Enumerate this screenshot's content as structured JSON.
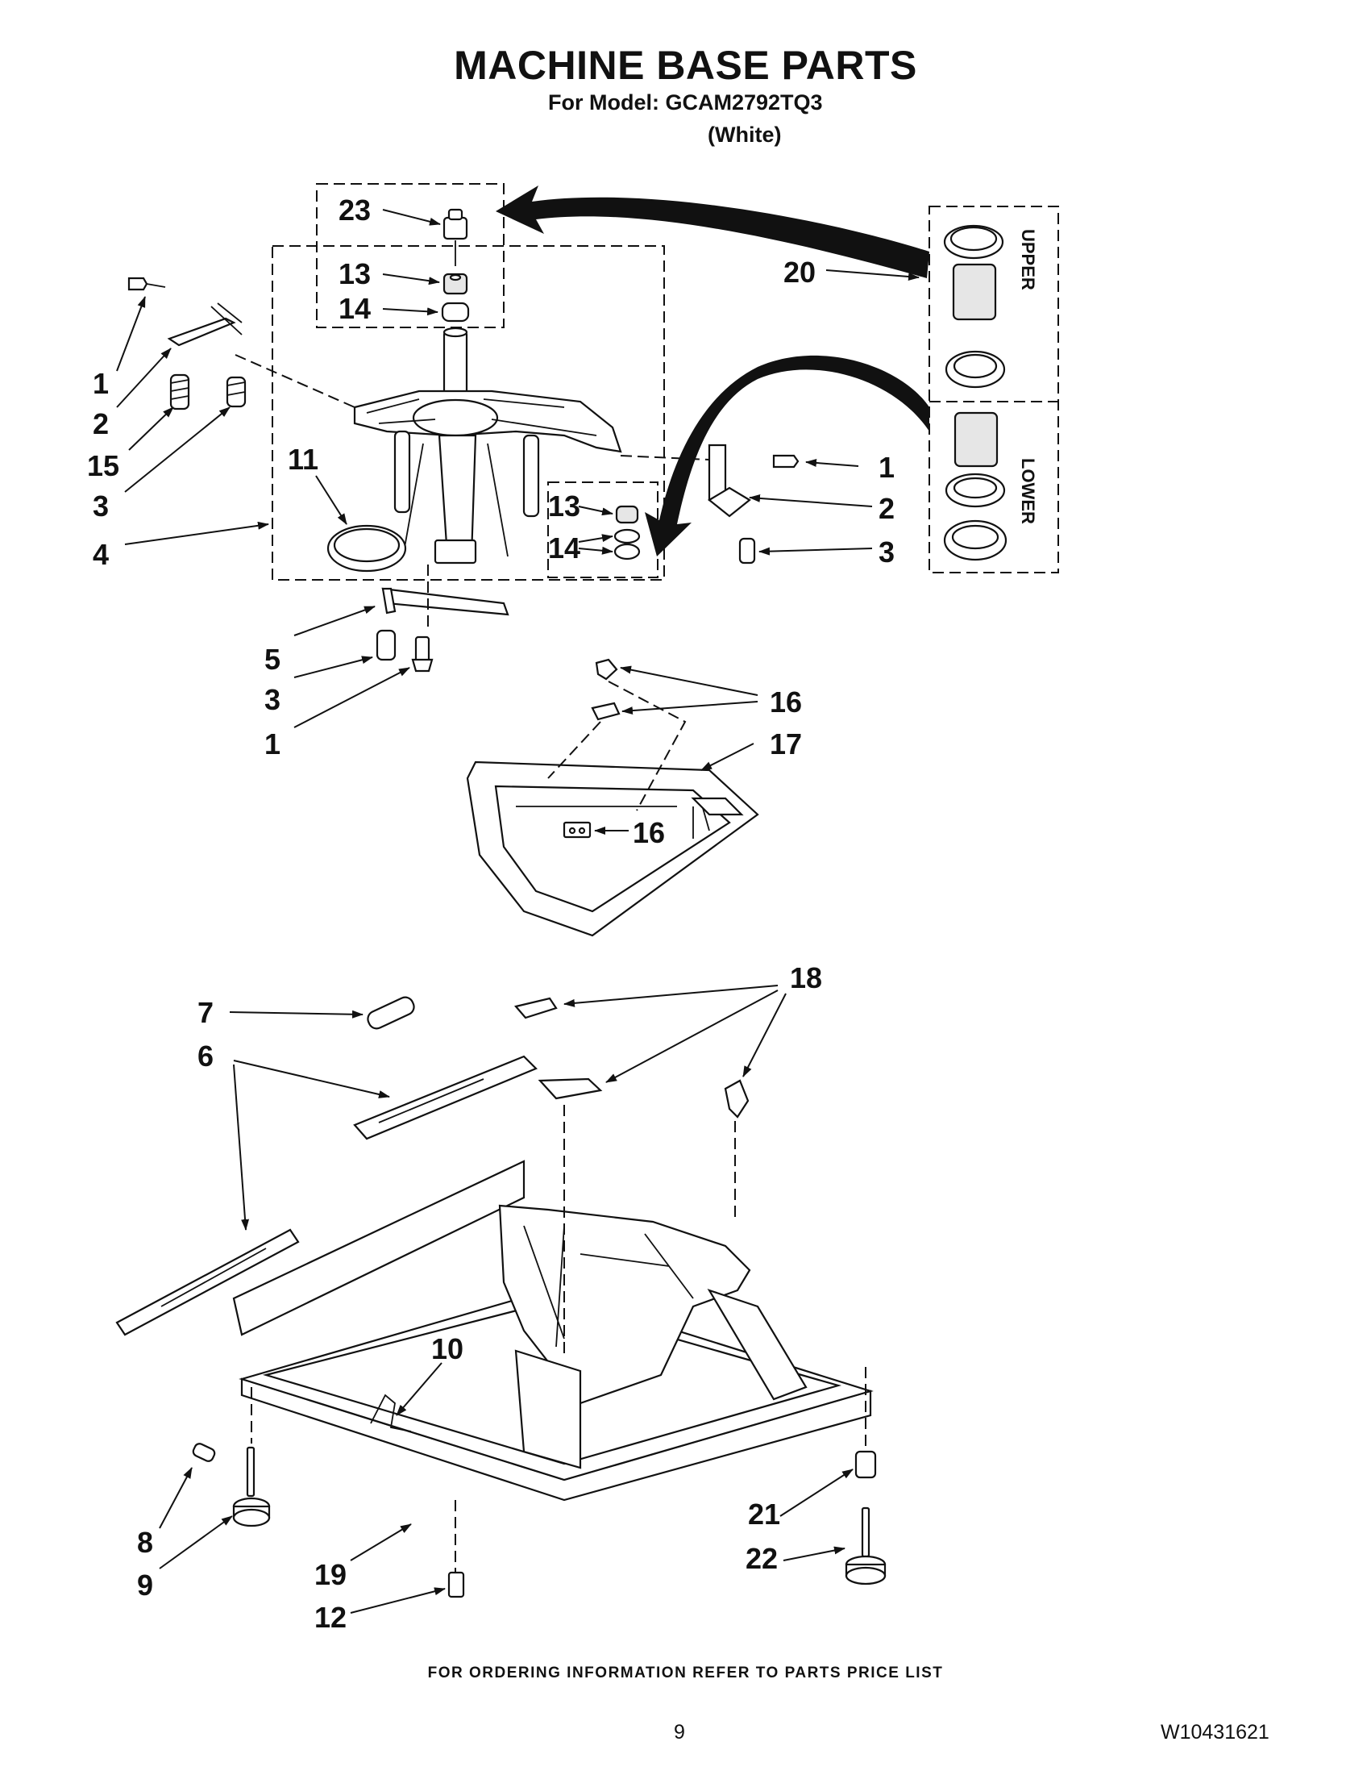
{
  "header": {
    "title": "MACHINE BASE PARTS",
    "model": "For Model: GCAM2792TQ3",
    "color": "(White)"
  },
  "kit_labels": {
    "upper": "UPPER",
    "lower": "LOWER"
  },
  "callouts": {
    "c23": "23",
    "c13a": "13",
    "c14a": "14",
    "c1a": "1",
    "c2a": "2",
    "c15": "15",
    "c3a": "3",
    "c4": "4",
    "c11": "11",
    "c20": "20",
    "c1b": "1",
    "c2b": "2",
    "c3b": "3",
    "c13b": "13",
    "c14b": "14",
    "c5": "5",
    "c3c": "3",
    "c1c": "1",
    "c16a": "16",
    "c17": "17",
    "c16b": "16",
    "c18": "18",
    "c7": "7",
    "c6": "6",
    "c10": "10",
    "c8": "8",
    "c9": "9",
    "c19": "19",
    "c12": "12",
    "c21": "21",
    "c22": "22"
  },
  "footer": {
    "ordering_note": "FOR ORDERING INFORMATION REFER TO PARTS PRICE LIST",
    "page_number": "9",
    "document_number": "W10431621"
  }
}
